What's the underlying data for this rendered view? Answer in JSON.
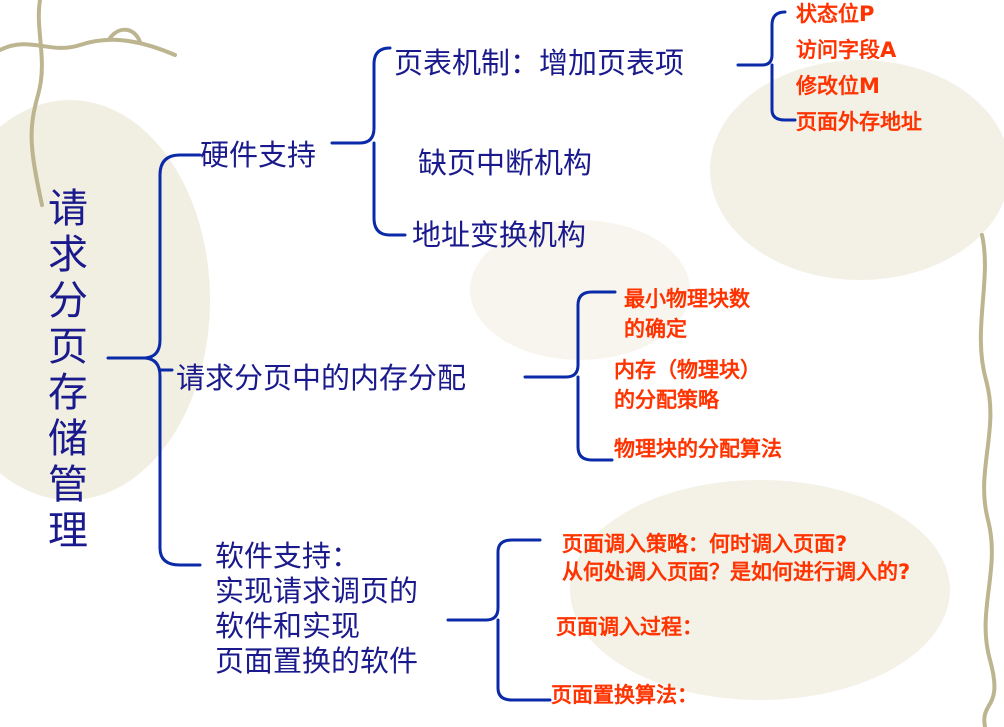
{
  "title": "请求分页存储管理",
  "colors": {
    "primary": "#1a1a8c",
    "accent": "#ff3300",
    "branch": "#0a2aa8"
  },
  "hardware": {
    "label": "硬件支持",
    "page_table": {
      "label": "页表机制：增加页表项",
      "items": [
        "状态位P",
        "访问字段A",
        "修改位M",
        "页面外存地址"
      ]
    },
    "fault": "缺页中断机构",
    "addr": "地址变换机构"
  },
  "memory": {
    "label": "请求分页中的内存分配",
    "items": [
      "最小物理块数\n的确定",
      "内存（物理块）\n的分配策略",
      "物理块的分配算法"
    ]
  },
  "software": {
    "label": "软件支持：\n实现请求调页的\n软件和实现\n页面置换的软件",
    "items": [
      "页面调入策略：何时调入页面?\n从何处调入页面？是如何进行调入的?",
      "页面调入过程：",
      "页面置换算法："
    ]
  }
}
